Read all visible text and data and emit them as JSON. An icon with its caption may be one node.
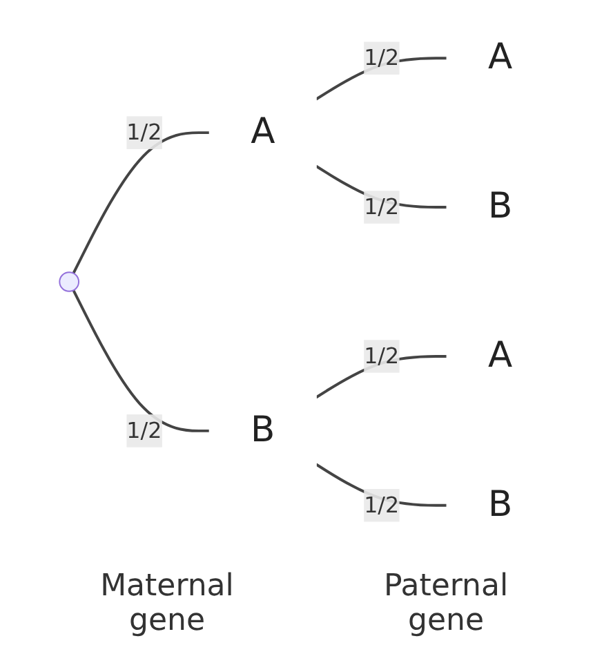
{
  "diagram": {
    "nodes": [
      {
        "text": [],
        "shape": "circle"
      },
      {
        "text": [
          "A"
        ]
      },
      {
        "text": [
          "B"
        ]
      },
      {
        "text": [
          "A"
        ]
      },
      {
        "text": [
          "B"
        ]
      },
      {
        "text": [
          "A"
        ]
      },
      {
        "text": [
          "B"
        ]
      }
    ],
    "edges": [
      {
        "from": 0,
        "to": 1,
        "arrow": "none",
        "label": "1/2"
      },
      {
        "from": 0,
        "to": 2,
        "arrow": "none",
        "label": "1/2"
      },
      {
        "from": 1,
        "to": 3,
        "arrow": "none",
        "label": "1/2"
      },
      {
        "from": 1,
        "to": 4,
        "arrow": "none",
        "label": "1/2"
      },
      {
        "from": 2,
        "to": 5,
        "arrow": "none",
        "label": "1/2"
      },
      {
        "from": 2,
        "to": 6,
        "arrow": "none",
        "label": "1/2"
      }
    ],
    "labels": [
      "Maternal gene",
      "Paternal gene"
    ]
  }
}
